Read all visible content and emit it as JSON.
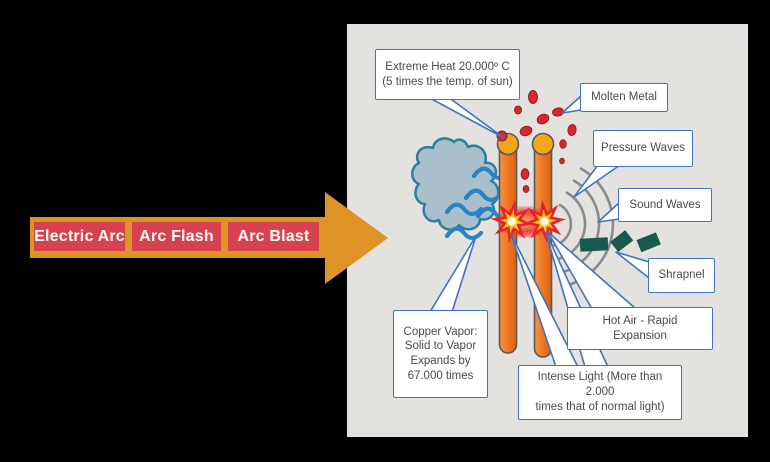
{
  "arrow": {
    "labels": [
      "Electric Arc",
      "Arc Flash",
      "Arc Blast"
    ]
  },
  "diagram": {
    "callouts": {
      "extreme_heat": "Extreme Heat 20.000º C\n(5 times the temp. of sun)",
      "molten_metal": "Molten Metal",
      "pressure_waves": "Pressure Waves",
      "sound_waves": "Sound Waves",
      "shrapnel": "Shrapnel",
      "hot_air": "Hot Air - Rapid\nExpansion",
      "intense_light": "Intense Light (More than 2.000\ntimes that of normal light)",
      "copper_vapor": "Copper Vapor:\nSolid to Vapor\nExpands by\n67.000 times"
    }
  },
  "colors": {
    "background": "#000000",
    "panel_bg": "#E4E2DE",
    "arrow_orange": "#DF9226",
    "label_red": "#D8424E",
    "label_text": "#FFFFFF",
    "bar_orange": "#EE7420",
    "cap_gold": "#F2A71B",
    "cloud_fill": "#A9BFCB",
    "cloud_stroke": "#2E7F9E",
    "vapor_squiggle_blue": "#2585C7",
    "molten_metal_red": "#D7282F",
    "explosion_yellow": "#FFC20E",
    "explosion_red": "#E3242B",
    "wave_gray": "#8A8A8A",
    "shrapnel_teal": "#15594F",
    "callout_border": "#4173BE",
    "callout_text": "#4A4A4A"
  }
}
